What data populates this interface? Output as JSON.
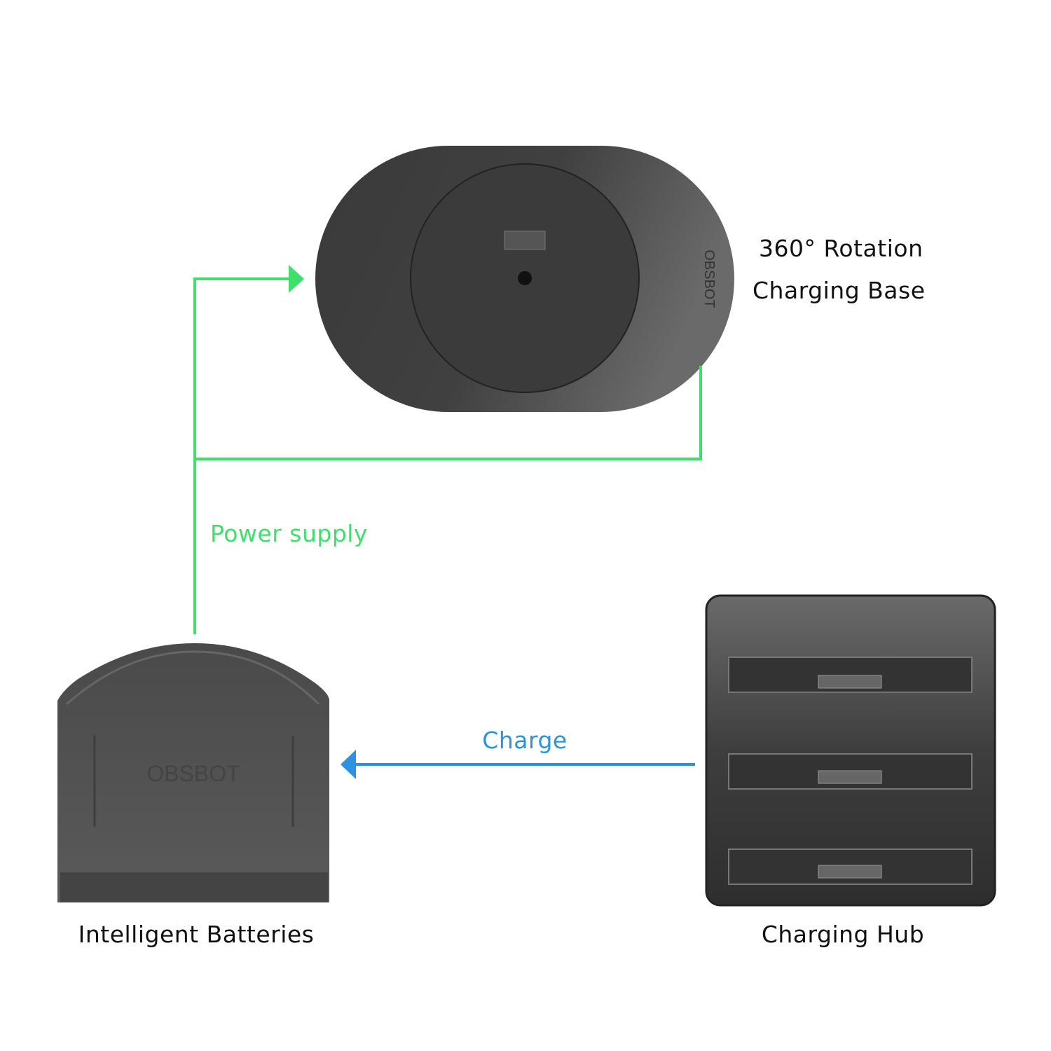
{
  "devices": {
    "charging_base": {
      "label_line1": "360° Rotation",
      "label_line2": "Charging Base",
      "brand": "OBSBOT"
    },
    "battery": {
      "label": "Intelligent Batteries",
      "brand": "OBSBOT"
    },
    "hub": {
      "label": "Charging Hub"
    }
  },
  "connections": {
    "power": {
      "label": "Power supply",
      "color": "#3ee06b"
    },
    "charge": {
      "label": "Charge",
      "color": "#2b93e2"
    }
  }
}
